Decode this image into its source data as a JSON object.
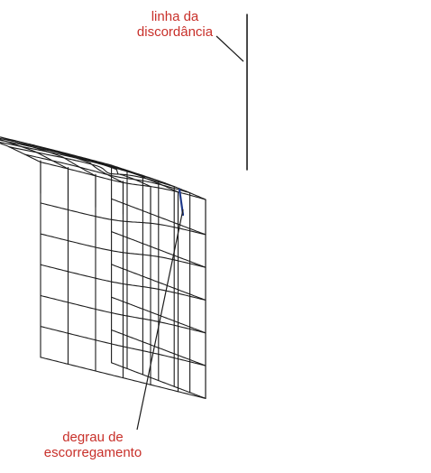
{
  "labels": {
    "top_line1": "linha da",
    "top_line2": "discordância",
    "bottom_line1": "degrau de",
    "bottom_line2": "escorregamento"
  },
  "colors": {
    "label_text": "#c8302a",
    "grid_line": "#1b1b1b",
    "dislocation_line": "#1f3a8a",
    "background": "#ffffff"
  }
}
